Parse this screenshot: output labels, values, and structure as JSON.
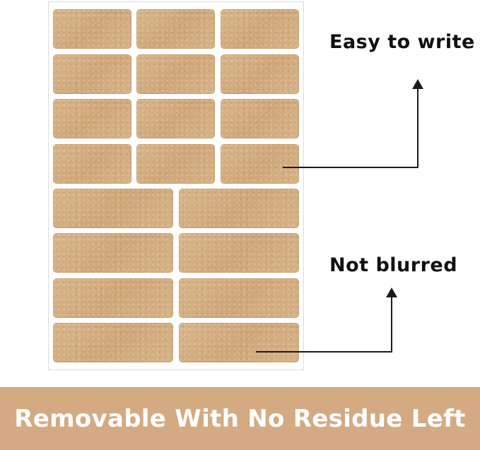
{
  "callouts": {
    "top": "Easy to write",
    "bottom": "Not blurred"
  },
  "banner": {
    "text": "Removable With No Residue Left"
  },
  "colors": {
    "kraft_label": "#d2ac7d",
    "banner_bg": "#d4aa82",
    "banner_text": "#ffffff",
    "callout_text": "#111111"
  },
  "label_sheet": {
    "rows_of_three": 4,
    "rows_of_two": 4
  }
}
